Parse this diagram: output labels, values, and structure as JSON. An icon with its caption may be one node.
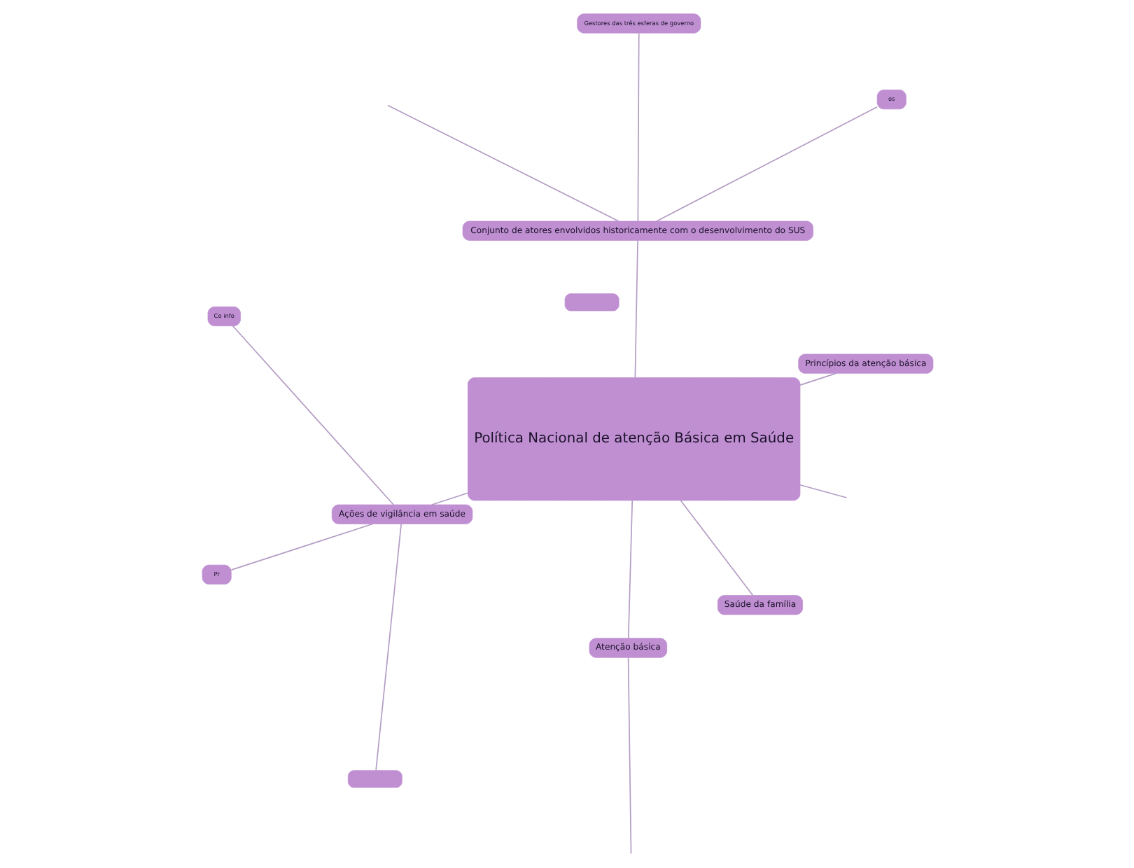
{
  "diagram": {
    "nodes": [
      {
        "text": [
          "Princípios da atenção básica"
        ]
      },
      {
        "text": [],
        "shape": "box"
      },
      {
        "text": [
          "Política Nacional de atenção Básica em Saúde"
        ]
      },
      {
        "text": [
          "os"
        ]
      },
      {
        "text": [
          "Conjunto de atores envolvidos historicamente com o desenvolvimento do SUS"
        ]
      },
      {
        "text": [
          "Ações de vigilância em saúde"
        ]
      },
      {
        "text": [
          "Co info"
        ]
      },
      {
        "text": [
          "Pr"
        ]
      },
      {
        "text": [],
        "shape": "box"
      },
      {
        "text": [
          "Gestores das três esferas de governo"
        ]
      },
      {
        "text": [
          "Atenção básica"
        ]
      },
      {
        "text": [
          "Saúde da família"
        ]
      }
    ],
    "edges": [
      {
        "from": 2,
        "to": 0,
        "arrow": "none"
      },
      {
        "from": 2,
        "to": null,
        "arrow": "none"
      },
      {
        "from": 2,
        "to": 4,
        "arrow": "none"
      },
      {
        "from": 2,
        "to": 5,
        "arrow": "none"
      },
      {
        "from": 2,
        "to": 10,
        "arrow": "none"
      },
      {
        "from": 2,
        "to": 11,
        "arrow": "none"
      },
      {
        "from": 4,
        "to": 3,
        "arrow": "none"
      },
      {
        "from": 4,
        "to": null,
        "arrow": "none"
      },
      {
        "from": 4,
        "to": 9,
        "arrow": "none"
      },
      {
        "from": 5,
        "to": 6,
        "arrow": "none"
      },
      {
        "from": 5,
        "to": 7,
        "arrow": "none"
      },
      {
        "from": 5,
        "to": 8,
        "arrow": "none"
      },
      {
        "from": 10,
        "to": null,
        "arrow": "none"
      }
    ]
  }
}
